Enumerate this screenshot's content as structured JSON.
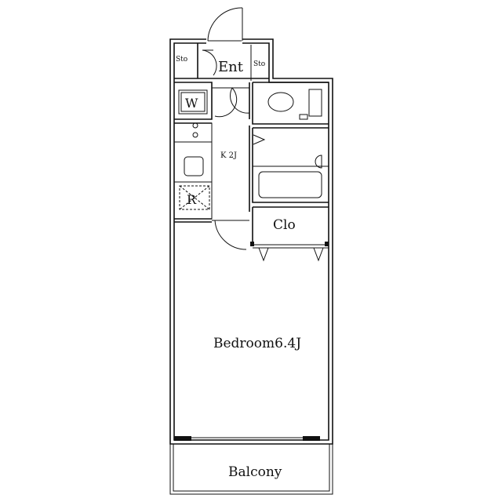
{
  "floorplan": {
    "rooms": {
      "storage_left": "Sto",
      "entrance": "Ent",
      "storage_right": "Sto",
      "washer": "W",
      "kitchen": "K 2J",
      "refrigerator": "R",
      "closet": "Clo",
      "bedroom": "Bedroom6.4J",
      "balcony": "Balcony"
    },
    "colors": {
      "line": "#111111",
      "background": "#ffffff"
    }
  }
}
